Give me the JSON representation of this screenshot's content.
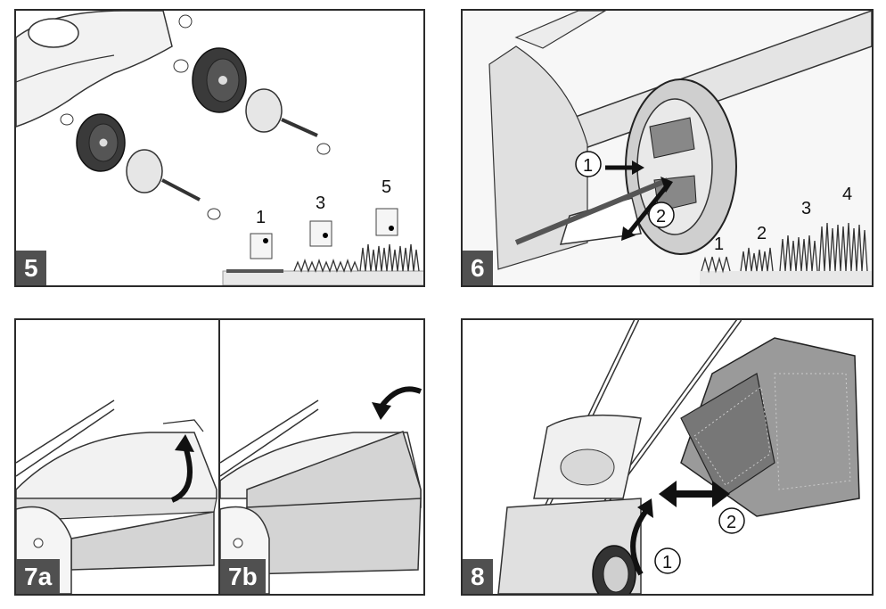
{
  "panels": {
    "p5": {
      "tag": "5",
      "heights": [
        "1",
        "3",
        "5"
      ]
    },
    "p6": {
      "tag": "6",
      "steps": [
        "1",
        "2"
      ],
      "heights": [
        "1",
        "2",
        "3",
        "4"
      ]
    },
    "p7": {
      "tag_a": "7a",
      "tag_b": "7b"
    },
    "p8": {
      "tag": "8",
      "steps": [
        "1",
        "2"
      ]
    }
  },
  "colors": {
    "border": "#2a2a2a",
    "tag_bg": "#505050",
    "tag_text": "#ffffff",
    "part_fill": "#d9d9d9",
    "wheel": "#333333"
  }
}
